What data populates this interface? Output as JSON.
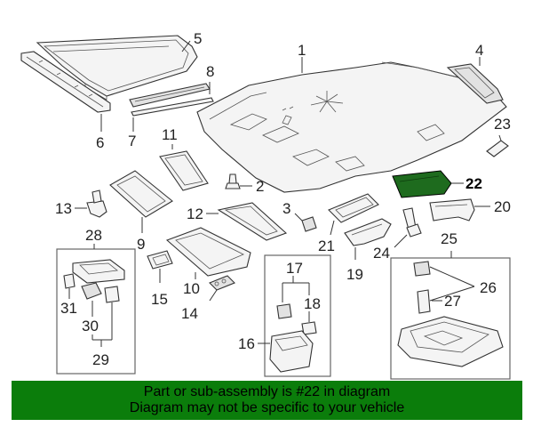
{
  "callouts": [
    "1",
    "2",
    "3",
    "4",
    "5",
    "6",
    "7",
    "8",
    "9",
    "10",
    "11",
    "12",
    "13",
    "14",
    "15",
    "16",
    "17",
    "18",
    "19",
    "20",
    "21",
    "22",
    "23",
    "24",
    "25",
    "26",
    "27",
    "28",
    "29",
    "30",
    "31"
  ],
  "highlight": {
    "part": "22",
    "color": "#1e6b1e"
  },
  "footer": {
    "line1": "Part or sub-assembly is #22 in diagram",
    "line2": "Diagram may not be specific to your vehicle",
    "bg_color": "#0b7d0b"
  }
}
